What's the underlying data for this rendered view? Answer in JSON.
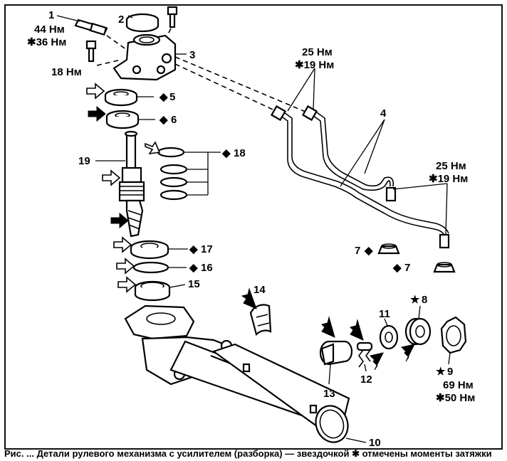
{
  "labels": {
    "p1": "1",
    "p2": "2",
    "p3": "3",
    "p4": "4",
    "p5": "5",
    "p6": "6",
    "p7a": "7",
    "p7b": "7",
    "p8": "8",
    "p9": "9",
    "p10": "10",
    "p11": "11",
    "p12": "12",
    "p13": "13",
    "p14": "14",
    "p15": "15",
    "p16": "16",
    "p17": "17",
    "p18": "18",
    "p19": "19"
  },
  "torques": {
    "t1_a": "44 Нм",
    "t1_b": "✱36 Нм",
    "t2": "18 Нм",
    "t3_a": "25 Нм",
    "t3_b": "✱19 Нм",
    "t4_a": "25 Нм",
    "t4_b": "✱19 Нм",
    "t5_a": "69 Нм",
    "t5_b": "✱50 Нм"
  },
  "symbols": {
    "non_reusable": "◆",
    "precoated": "★"
  },
  "caption": "Рис. ... Детали рулевого механизма с усилителем (разборка) — звездочкой ✱ отмечены моменты затяжки"
}
